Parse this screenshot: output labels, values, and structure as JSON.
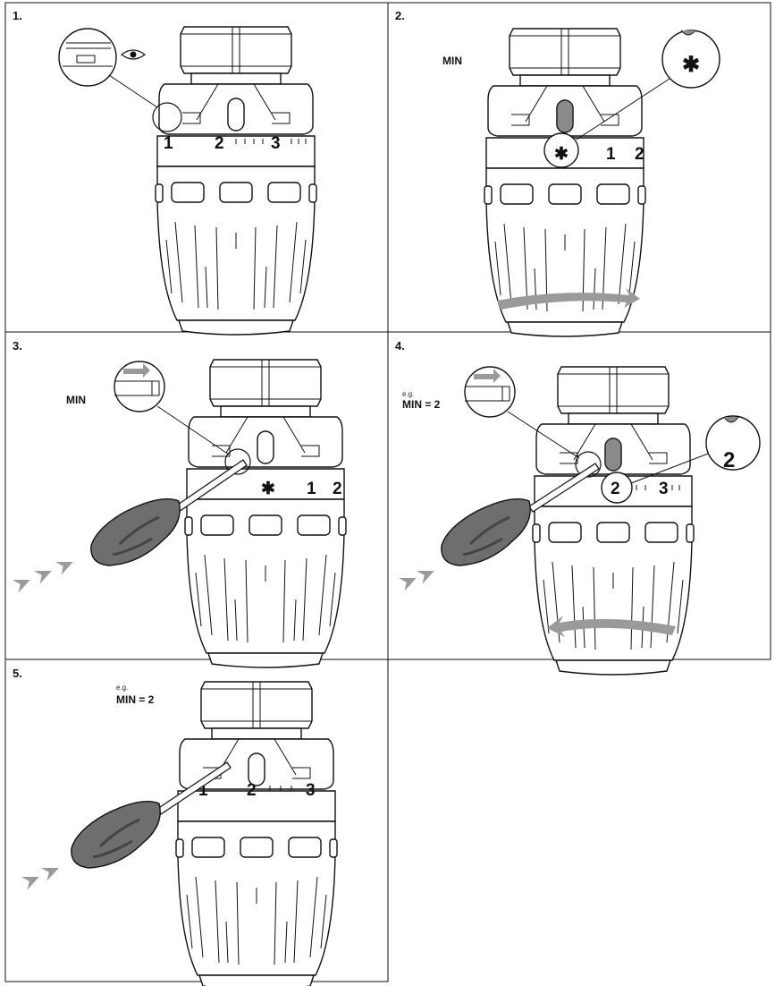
{
  "colors": {
    "line": "#111111",
    "arrow": "#9a9a9a",
    "handle": "#6e6e6e"
  },
  "panels": [
    {
      "step": "1.",
      "dial": [
        "1",
        "2",
        "3"
      ],
      "icon": "eye-icon"
    },
    {
      "step": "2.",
      "label": "MIN",
      "dial": [
        "1",
        "2"
      ],
      "zoom_symbol": "✱",
      "dial_symbol": "✱"
    },
    {
      "step": "3.",
      "label": "MIN",
      "dial": [
        "1",
        "2"
      ],
      "dial_symbol": "✱"
    },
    {
      "step": "4.",
      "eg": "e.g.",
      "label": "MIN = 2",
      "dial": [
        "2",
        "3"
      ],
      "zoom_value": "2"
    },
    {
      "step": "5.",
      "eg": "e.g.",
      "label": "MIN = 2",
      "dial": [
        "1",
        "2",
        "3"
      ]
    }
  ]
}
